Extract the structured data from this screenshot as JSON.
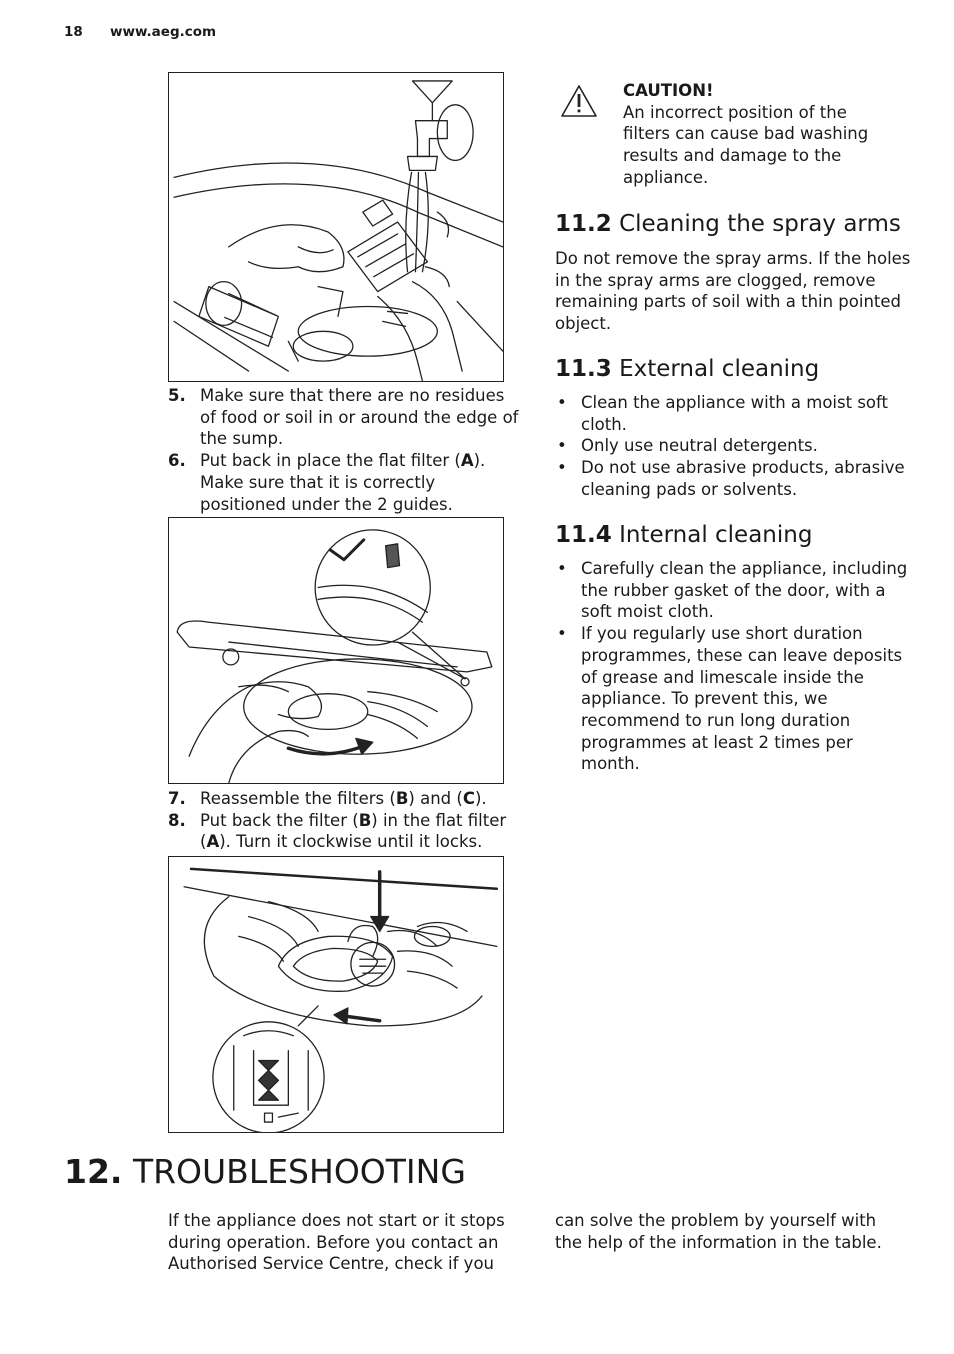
{
  "header": {
    "page_number": "18",
    "website": "www.aeg.com"
  },
  "steps_a": [
    {
      "num": "5.",
      "text": "Make sure that there are no residues of food or soil in or around the edge of the sump."
    },
    {
      "num": "6.",
      "pre": "Put back in place the flat filter (",
      "ref": "A",
      "post": "). Make sure that it is correctly positioned under the 2 guides."
    }
  ],
  "steps_b": [
    {
      "num": "7.",
      "pre": "Reassemble the filters (",
      "ref1": "B",
      "mid": ") and (",
      "ref2": "C",
      "post": ")."
    },
    {
      "num": "8.",
      "pre": "Put back the filter (",
      "ref1": "B",
      "mid": ") in the flat filter (",
      "ref2": "A",
      "post": "). Turn it clockwise until it locks."
    }
  ],
  "caution": {
    "title": "CAUTION!",
    "text": "An incorrect position of the filters can cause bad washing results and damage to the appliance."
  },
  "section_11_2": {
    "number": "11.2",
    "title": "Cleaning the spray arms",
    "body": "Do not remove the spray arms. If the holes in the spray arms are clogged, remove remaining parts of soil with a thin pointed object."
  },
  "section_11_3": {
    "number": "11.3",
    "title": "External cleaning",
    "bullets": [
      "Clean the appliance with a moist soft cloth.",
      "Only use neutral detergents.",
      "Do not use abrasive products, abrasive cleaning pads or solvents."
    ]
  },
  "section_11_4": {
    "number": "11.4",
    "title": "Internal cleaning",
    "bullets": [
      "Carefully clean the appliance, including the rubber gasket of the door, with a soft moist cloth.",
      "If you regularly use short duration programmes, these can leave deposits of grease and limescale inside the appliance. To prevent this, we recommend to run long duration programmes at least 2 times per month."
    ]
  },
  "chapter_12": {
    "number": "12.",
    "title": "TROUBLESHOOTING",
    "intro_col1": "If the appliance does not start or it stops during operation. Before you contact an Authorised Service Centre, check if you",
    "intro_col2": "can solve the problem by yourself with the help of the information in the table."
  },
  "colors": {
    "text": "#1a1a1a",
    "line_art": "#222222",
    "background": "#ffffff"
  },
  "icons": [
    "warning-triangle-icon"
  ]
}
